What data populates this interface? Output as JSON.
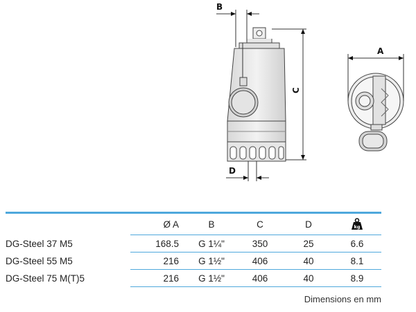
{
  "drawing": {
    "labels": {
      "a": "A",
      "b": "B",
      "c": "C",
      "d": "D"
    }
  },
  "table": {
    "headers": {
      "a": "Ø A",
      "b": "B",
      "c": "C",
      "d": "D",
      "weight_icon": "weight-kg-icon",
      "weight_icon_text": "kg"
    },
    "rows": [
      {
        "model": "DG-Steel 37 M5",
        "a": "168.5",
        "b": "G 1¼\"",
        "c": "350",
        "d": "25",
        "weight": "6.6"
      },
      {
        "model": "DG-Steel 55 M5",
        "a": "216",
        "b": "G 1½\"",
        "c": "406",
        "d": "40",
        "weight": "8.1"
      },
      {
        "model": "DG-Steel 75 M(T)5",
        "a": "216",
        "b": "G 1½\"",
        "c": "406",
        "d": "40",
        "weight": "8.9"
      }
    ]
  },
  "footnote": "Dimensions en mm",
  "colors": {
    "rule": "#4ea8dc"
  }
}
